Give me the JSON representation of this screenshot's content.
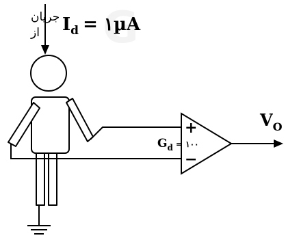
{
  "diagram": {
    "current_label_fa": [
      "جریان",
      "از"
    ],
    "current_text": "I",
    "current_sub": "d",
    "current_value": "= ۱µA",
    "plus_sign": "+",
    "minus_sign": "−",
    "gain_text": "G",
    "gain_sub": "d",
    "gain_value": "= ۱۰۰",
    "output_text": "V",
    "output_sub": "O",
    "watermark_text": "G"
  }
}
